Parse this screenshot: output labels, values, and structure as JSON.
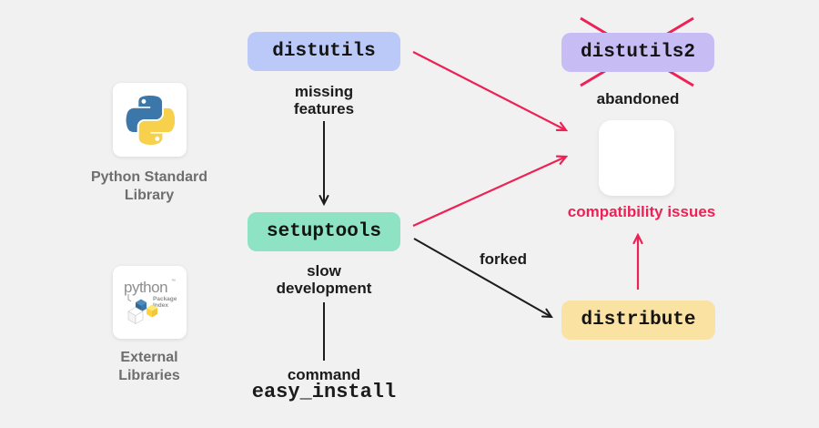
{
  "colors": {
    "background": "#f1f1f1",
    "red": "#ee2155",
    "black": "#1c1c1c",
    "card_label_gray": "#6e6e6e",
    "distutils_bg": "#bac9f7",
    "distutils2_bg": "#c8bcf5",
    "setuptools_bg": "#8de3c3",
    "distribute_bg": "#fae2a2",
    "card_bg": "#ffffff"
  },
  "left_column": {
    "python_card": {
      "icon": "python-logo",
      "label": "Python Standard\nLibrary"
    },
    "pypi_card": {
      "icon": "pypi-logo",
      "wordmark": "python",
      "trademark": "™",
      "sub_line1": "Package",
      "sub_line2": "Index",
      "label": "External\nLibraries"
    }
  },
  "nodes": {
    "distutils": {
      "label": "distutils",
      "bg": "#bac9f7"
    },
    "distutils2": {
      "label": "distutils2",
      "bg": "#c8bcf5",
      "crossed_out": true,
      "status": "abandoned"
    },
    "setuptools": {
      "label": "setuptools",
      "bg": "#8de3c3"
    },
    "distribute": {
      "label": "distribute",
      "bg": "#fae2a2"
    }
  },
  "annotations": {
    "missing_features": "missing\nfeatures",
    "slow_development": "slow\ndevelopment",
    "command": "command",
    "easy_install": "easy_install",
    "forked": "forked",
    "abandoned": "abandoned",
    "compatibility_issues": "compatibility issues"
  },
  "edges": [
    {
      "from": "distutils",
      "to": "setuptools",
      "label": "missing features",
      "color": "black",
      "arrow": true
    },
    {
      "from": "setuptools",
      "to": "easy_install",
      "label": "slow development",
      "color": "black",
      "arrow": false
    },
    {
      "from": "setuptools",
      "to": "distribute",
      "label": "forked",
      "color": "black",
      "arrow": true
    },
    {
      "from": "distutils",
      "to": "compatibility-box",
      "label": "",
      "color": "red",
      "arrow": true
    },
    {
      "from": "setuptools",
      "to": "compatibility-box",
      "label": "",
      "color": "red",
      "arrow": true
    },
    {
      "from": "distribute",
      "to": "compatibility-box",
      "label": "",
      "color": "red",
      "arrow": true
    }
  ]
}
